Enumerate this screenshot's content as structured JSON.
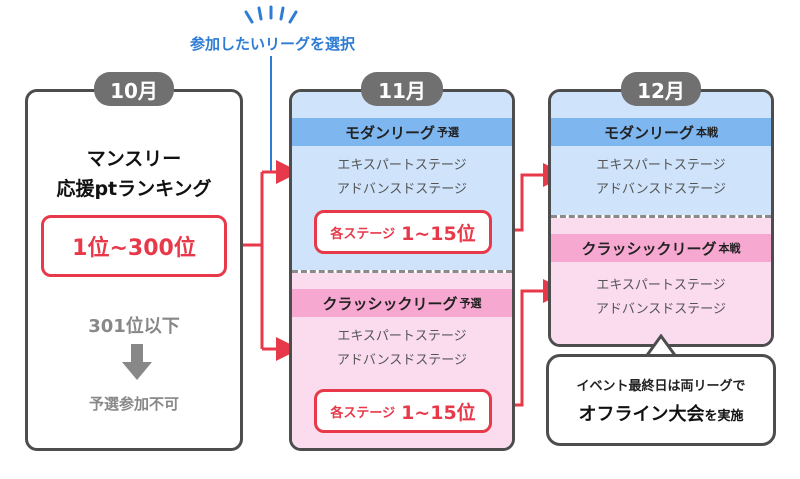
{
  "header": {
    "select_league": "参加したいリーグを選択"
  },
  "months": {
    "oct": "10月",
    "nov": "11月",
    "dec": "12月"
  },
  "oct_panel": {
    "ranking_line1": "マンスリー",
    "ranking_line2": "応援ptランキング",
    "qualify_range": "1位~300位",
    "below_rank": "301位以下",
    "not_eligible": "予選参加不可"
  },
  "nov_panel": {
    "modern": {
      "title": "モダンリーグ",
      "suffix": "予選",
      "stage1": "エキスパートステージ",
      "stage2": "アドバンスドステージ",
      "box_prefix": "各ステージ",
      "box_range": "1~15位"
    },
    "classic": {
      "title": "クラッシックリーグ",
      "suffix": "予選",
      "stage1": "エキスパートステージ",
      "stage2": "アドバンスドステージ",
      "box_prefix": "各ステージ",
      "box_range": "1~15位"
    }
  },
  "dec_panel": {
    "modern": {
      "title": "モダンリーグ",
      "suffix": "本戦",
      "stage1": "エキスパートステージ",
      "stage2": "アドバンスドステージ"
    },
    "classic": {
      "title": "クラッシックリーグ",
      "suffix": "本戦",
      "stage1": "エキスパートステージ",
      "stage2": "アドバンスドステージ"
    }
  },
  "callout": {
    "line1": "イベント最終日は両リーグで",
    "line2_main": "オフライン大会",
    "line2_suffix": "を実施"
  },
  "colors": {
    "accent_red": "#e8394a",
    "blue_header": "#7eb6f0",
    "blue_bg": "#cfe3fa",
    "pink_header": "#f6a8d0",
    "pink_bg": "#fbdcef",
    "blue_text": "#2e7cd3",
    "gray": "#707070"
  }
}
